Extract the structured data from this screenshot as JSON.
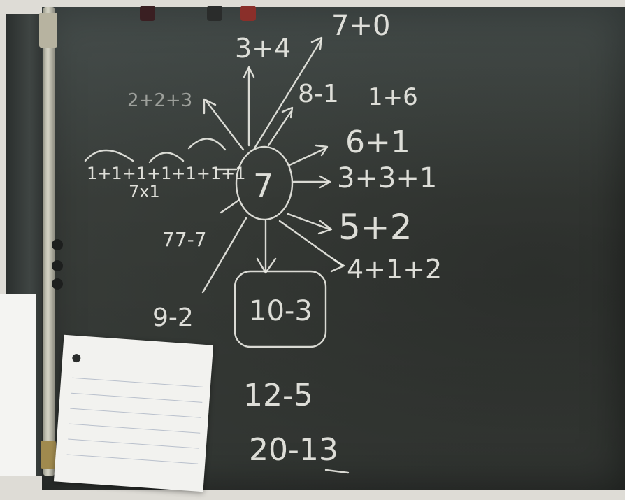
{
  "center_number": "7",
  "expressions": {
    "e1": "3+4",
    "e2": "7+0",
    "e3": "8-1",
    "e4": "1+6",
    "e5": "6+1",
    "e6": "3+3+1",
    "e7": "5+2",
    "e8": "4+1+2",
    "e9": "2+2+3",
    "e10": "1+1+1+1+1+1+1",
    "e11": "7x1",
    "e12": "77-7",
    "e13": "9-2",
    "e14": "10-3",
    "e15": "12-5",
    "e16": "20-13"
  }
}
